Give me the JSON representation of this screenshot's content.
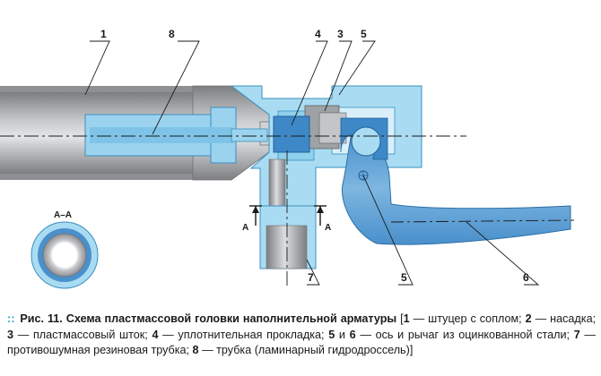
{
  "labels": {
    "part1": "1",
    "part8": "8",
    "part4": "4",
    "part3": "3",
    "part5_top": "5",
    "part5_bottom": "5",
    "part6": "6",
    "part7": "7",
    "section_title": "А–А",
    "arrow_left": "А",
    "arrow_right": "А"
  },
  "caption": {
    "fig": "Рис. 11.",
    "title": "Схема пластмассовой головки наполнительной арматуры",
    "open": "[",
    "n1": "1",
    "t1": "— штуцер с соплом;",
    "n2": "2",
    "t2": "— насадка;",
    "n3": "3",
    "t3": "— пластмассовый шток;",
    "n4": "4",
    "t4": "— уплотнительная прокладка;",
    "n5": "5",
    "and": "и",
    "n6": "6",
    "t56": "— ось и рычаг из оцинкованной стали;",
    "n7": "7",
    "t7": "— противошумная резиновая трубка;",
    "n8": "8",
    "t8": "— трубка (ламинарный гидродроссель)]"
  },
  "colors": {
    "steel": "#a7a9ac",
    "plastic_blue": "#a9dcf2",
    "tube_blue": "#3f88c8",
    "accent": "#2aa5c8"
  }
}
